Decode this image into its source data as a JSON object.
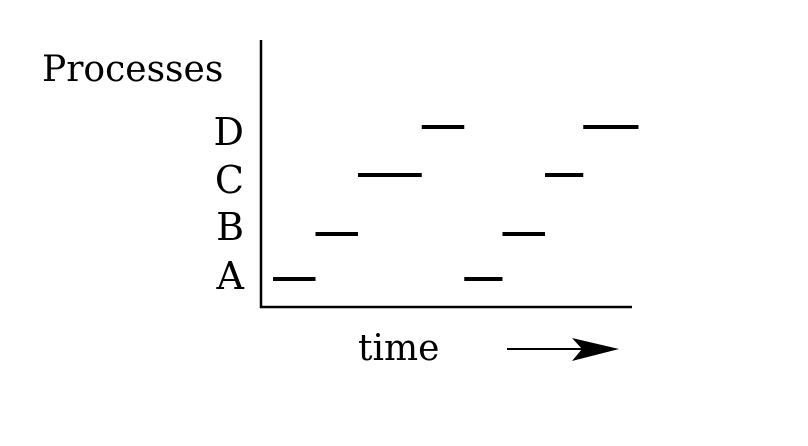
{
  "title": "Processes",
  "x_axis_label": "time",
  "processes": [
    "A",
    "B",
    "C",
    "D"
  ],
  "segments": [
    {
      "process": "A",
      "start": 0,
      "end": 1
    },
    {
      "process": "B",
      "start": 1,
      "end": 2
    },
    {
      "process": "C",
      "start": 2,
      "end": 3.5
    },
    {
      "process": "D",
      "start": 3.5,
      "end": 4.5
    },
    {
      "process": "A",
      "start": 4.5,
      "end": 5.4
    },
    {
      "process": "B",
      "start": 5.4,
      "end": 6.4
    },
    {
      "process": "C",
      "start": 6.4,
      "end": 7.3
    },
    {
      "process": "D",
      "start": 7.3,
      "end": 8.6
    }
  ],
  "colors": {
    "ink": "#000000",
    "background": "#ffffff"
  }
}
